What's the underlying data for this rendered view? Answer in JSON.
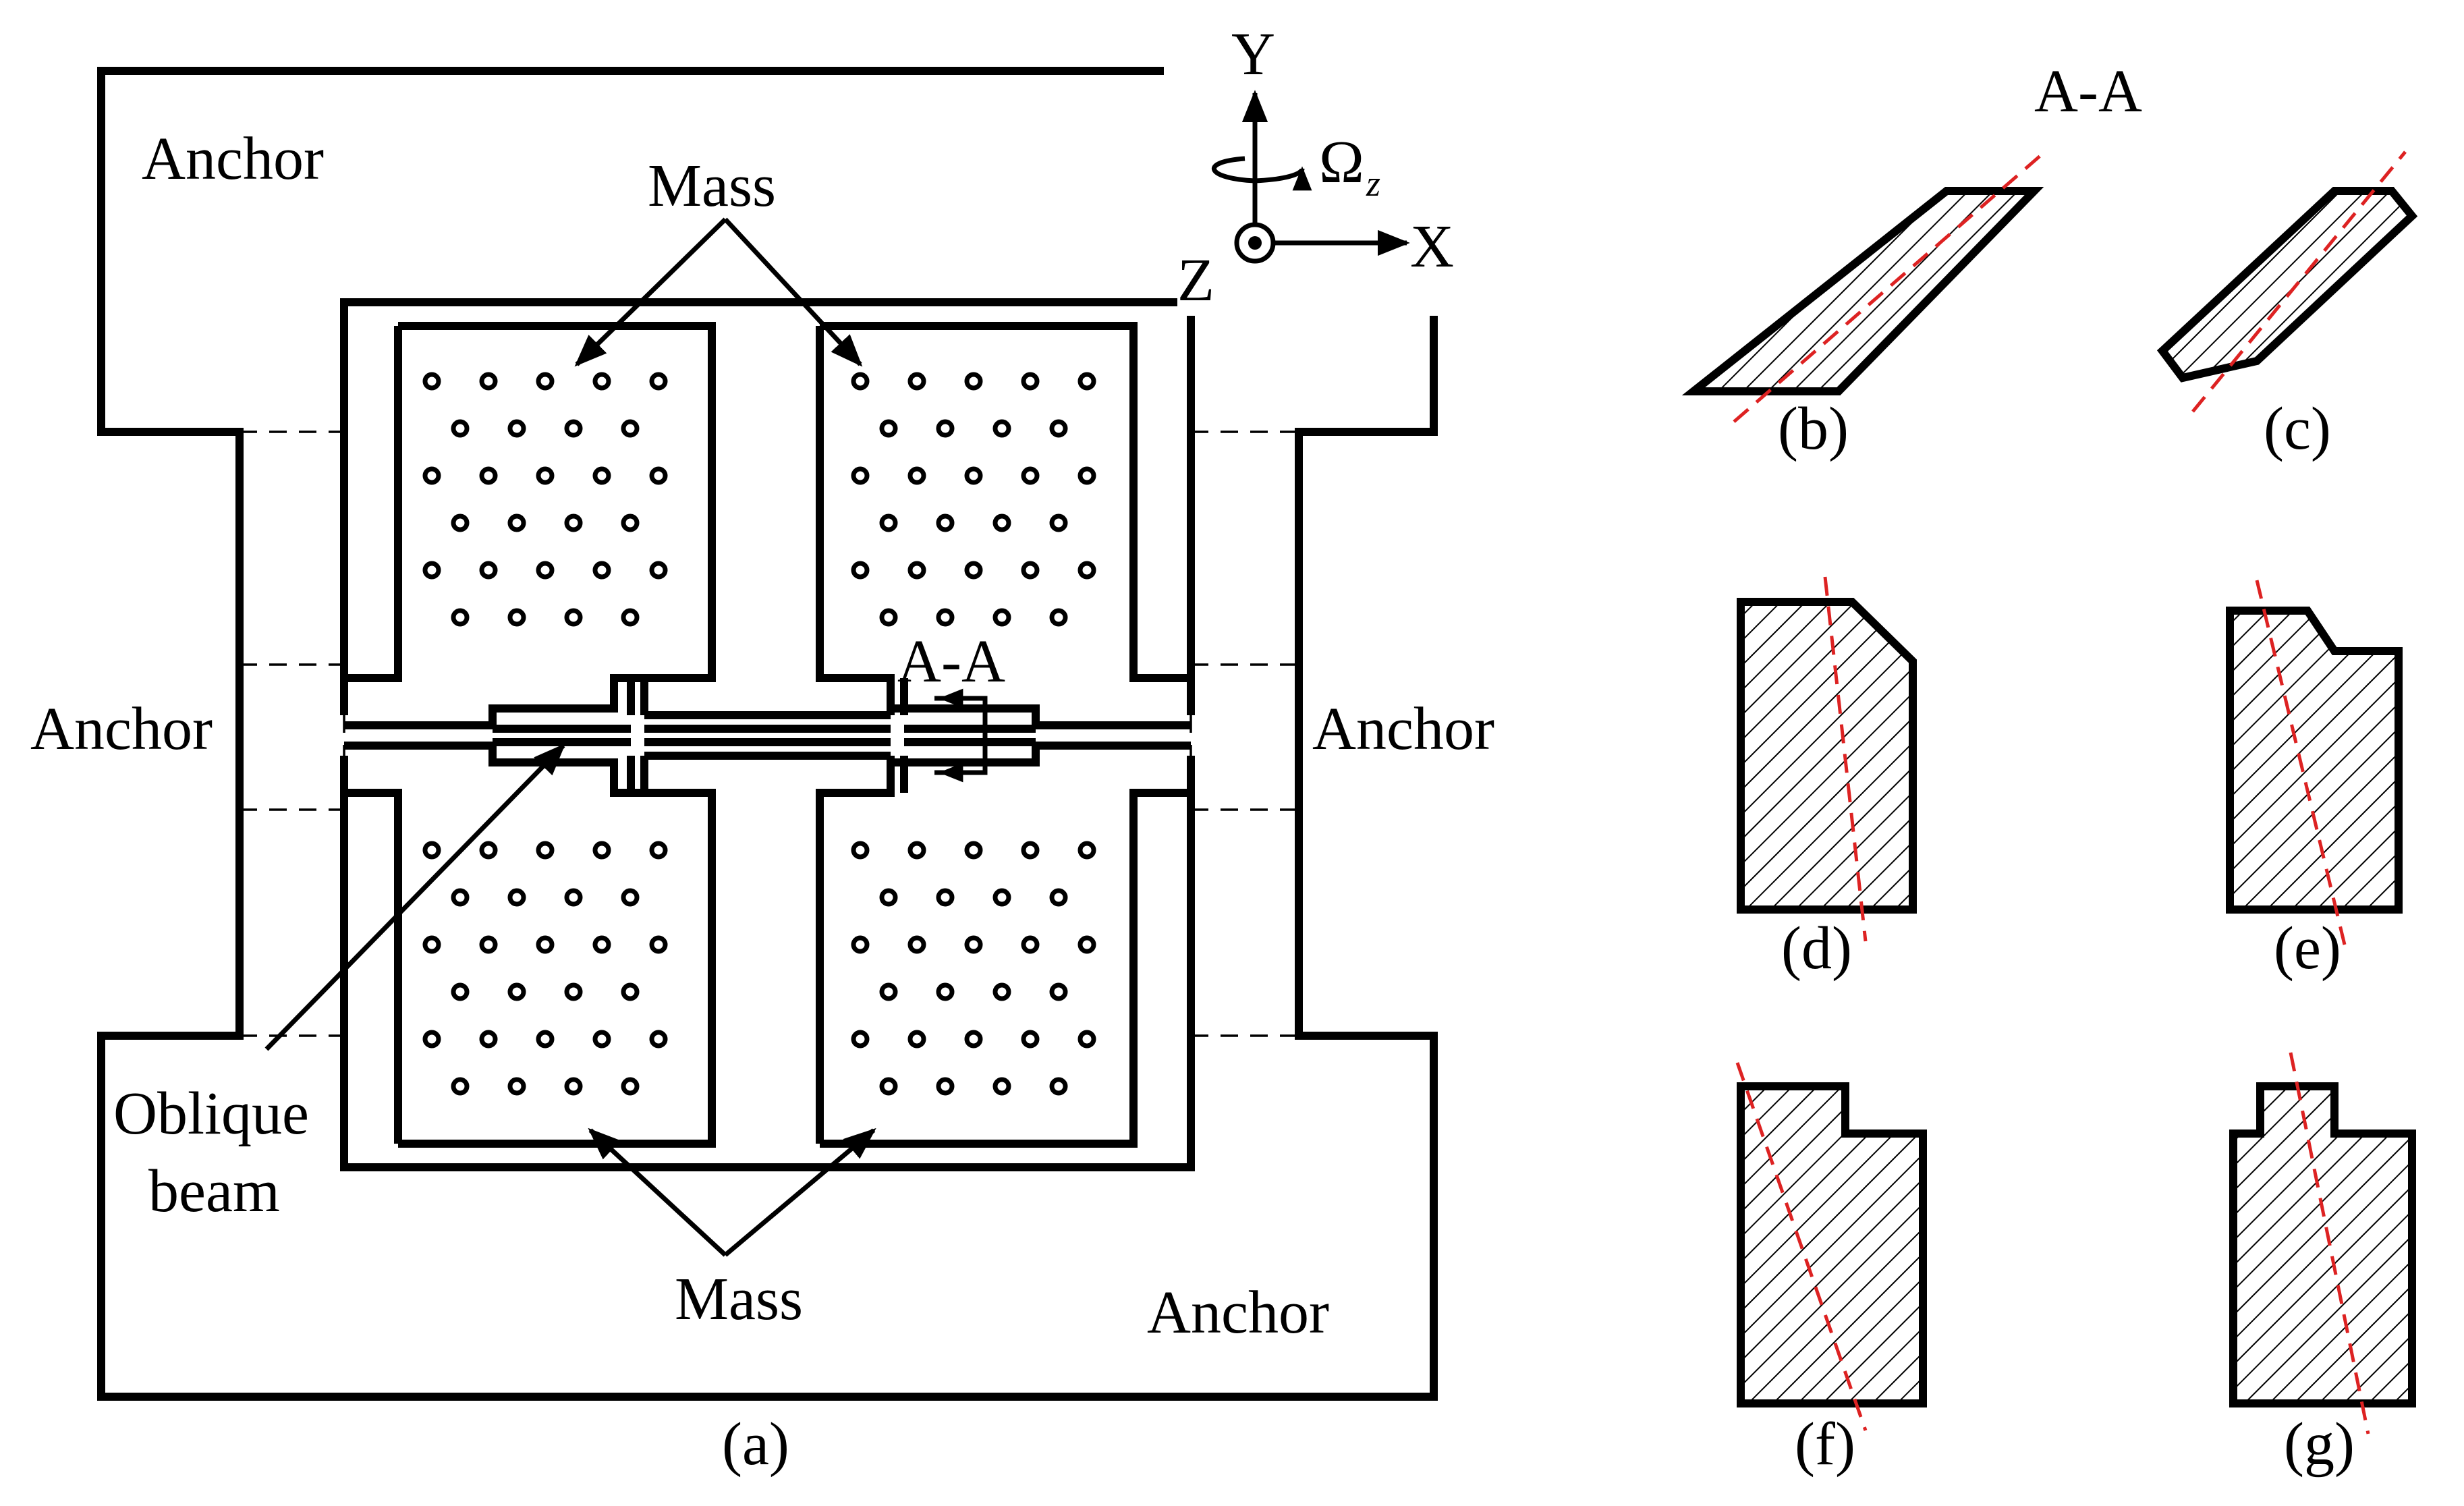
{
  "labels": {
    "anchor_top_left": "Anchor",
    "anchor_left": "Anchor",
    "anchor_right": "Anchor",
    "anchor_bottom_right": "Anchor",
    "mass_top": "Mass",
    "mass_bottom": "Mass",
    "oblique_line1": "Oblique",
    "oblique_line2": "beam",
    "section_mark": "A-A",
    "section_title": "A-A",
    "axis_y": "Y",
    "axis_x": "X",
    "axis_z": "Z",
    "omega": "Ω",
    "omega_sub": "z"
  },
  "captions": {
    "a": "(a)",
    "b": "(b)",
    "c": "(c)",
    "d": "(d)",
    "e": "(e)",
    "f": "(f)",
    "g": "(g)"
  },
  "colors": {
    "line": "#000000",
    "principal_axis": "#dd2222",
    "background": "#ffffff"
  }
}
